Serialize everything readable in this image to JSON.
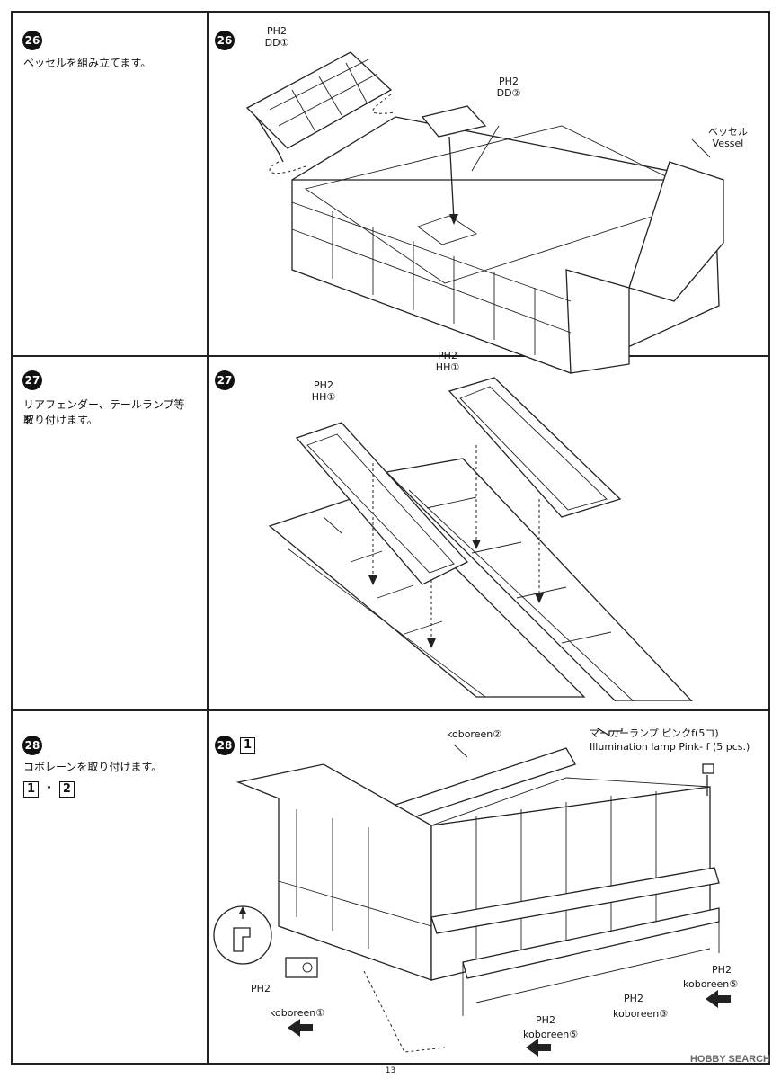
{
  "steps": [
    {
      "number": "26",
      "instruction": "ベッセルを組み立てます。",
      "callouts": {
        "dd1_badge": "PH2",
        "dd1_part": "DD①",
        "dd2_badge": "PH2",
        "dd2_part": "DD②",
        "vessel_jp": "ベッセル",
        "vessel_en": "Vessel"
      }
    },
    {
      "number": "27",
      "instruction_line1": "リアフェンダー、テールランプ等を",
      "instruction_line2": "取り付けます。",
      "callouts": {
        "left_badge": "PH2",
        "left_part": "HH①",
        "right_badge": "PH2",
        "right_part": "HH①"
      }
    },
    {
      "number": "28",
      "instruction": "コボレーンを取り付けます。",
      "sprue_a": "1",
      "sprue_sep": "・",
      "sprue_b": "2",
      "diagram_sprue": "1",
      "callouts": {
        "koboreen2": "koboreen②",
        "lamp_jp": "マーカーランプ ピンクf(5コ)",
        "lamp_en": "Illumination lamp Pink- f (5 pcs.)",
        "up_mark": "上",
        "k1_badge": "PH2",
        "k1_part": "koboreen①",
        "k3_badge": "PH2",
        "k3_part": "koboreen③",
        "k5a_badge": "PH2",
        "k5a_part": "koboreen⑤",
        "k5b_badge": "PH2",
        "k5b_part": "koboreen⑤"
      }
    }
  ],
  "page_number": "13",
  "watermark": "HOBBY SEARCH"
}
